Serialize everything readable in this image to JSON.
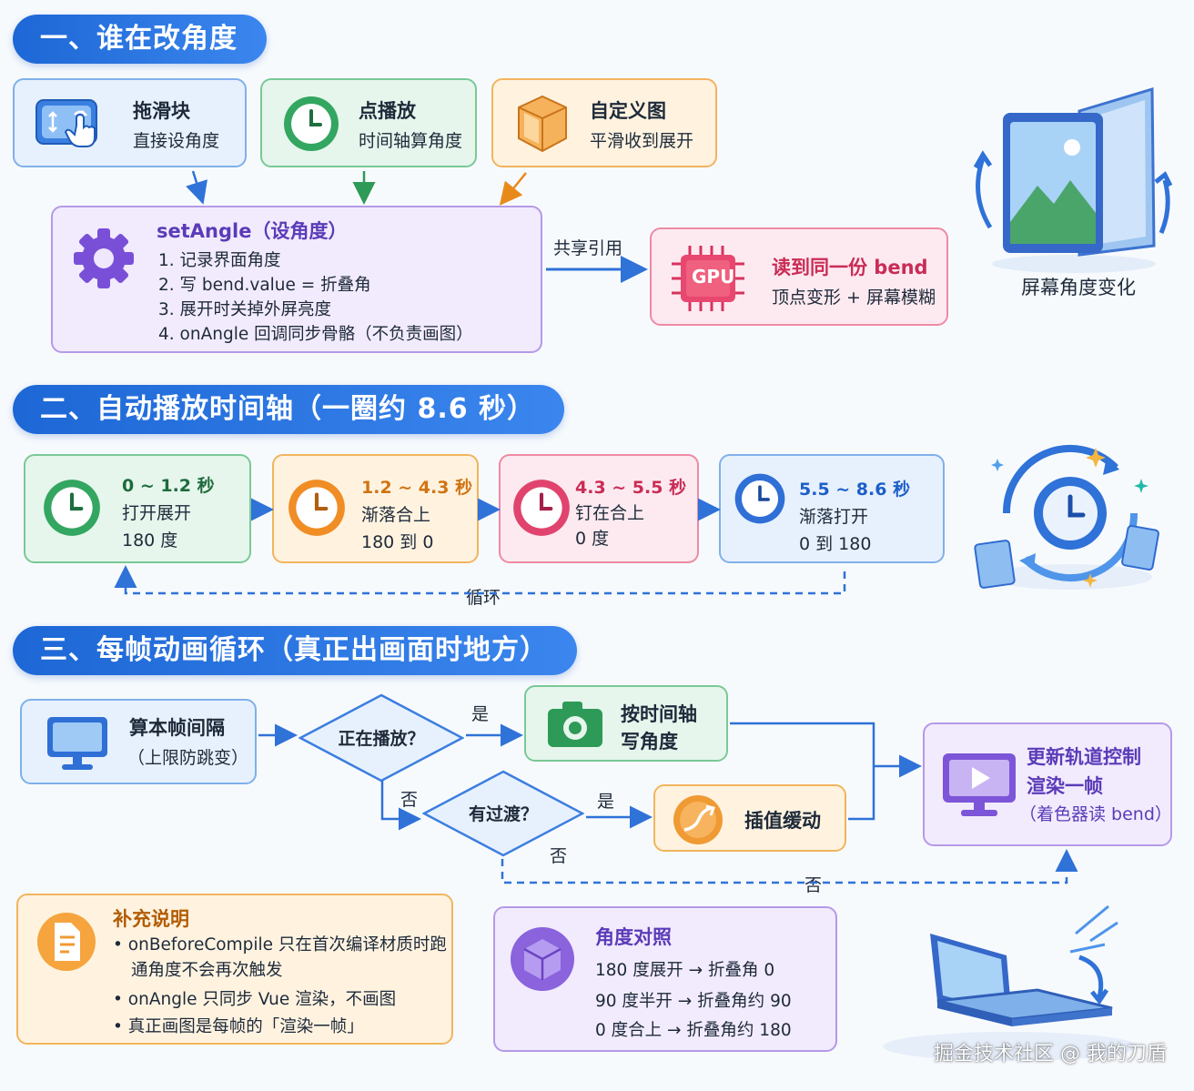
{
  "s1": {
    "header": "一、谁在改角度",
    "slider": {
      "title": "拖滑块",
      "desc": "直接设角度"
    },
    "play": {
      "title": "点播放",
      "desc": "时间轴算角度"
    },
    "custom": {
      "title": "自定义图",
      "desc": "平滑收到展开"
    },
    "setangle": {
      "title": "setAngle（设角度）",
      "items": [
        "1. 记录界面角度",
        "2. 写 bend.value = 折叠角",
        "3. 展开时关掉外屏亮度",
        "4. onAngle 回调同步骨骼（不负责画图）"
      ]
    },
    "share_label": "共享引用",
    "gpu": {
      "chip": "GPU",
      "title": "读到同一份 bend",
      "desc": "顶点变形 + 屏幕模糊"
    },
    "screen_caption": "屏幕角度变化"
  },
  "s2": {
    "header": "二、自动播放时间轴（一圈约 8.6 秒）",
    "phases": [
      {
        "time": "0 ~ 1.2 秒",
        "action": "打开展开",
        "angle": "180 度"
      },
      {
        "time": "1.2 ~ 4.3 秒",
        "action": "渐落合上",
        "angle": "180 到 0"
      },
      {
        "time": "4.3 ~ 5.5 秒",
        "action": "钉在合上",
        "angle": "0 度"
      },
      {
        "time": "5.5 ~ 8.6 秒",
        "action": "渐落打开",
        "angle": "0 到 180"
      }
    ],
    "loop_label": "循环"
  },
  "s3": {
    "header": "三、每帧动画循环（真正出画面时地方）",
    "step1": {
      "title": "算本帧间隔",
      "desc": "（上限防跳变）"
    },
    "q1": "正在播放？",
    "q2": "有过渡？",
    "yes1": "是",
    "no1": "否",
    "yes2": "是",
    "no2": "否",
    "no3": "否",
    "timeline": {
      "title": "按时间轴",
      "desc": "写角度"
    },
    "interp": "插值缓动",
    "update": {
      "title": "更新轨道控制",
      "line2": "渲染一帧",
      "line3": "（着色器读 bend）"
    }
  },
  "notes": {
    "title": "补充说明",
    "items": [
      "onBeforeCompile 只在首次编译材质时跑",
      "通角度不会再次触发",
      "onAngle 只同步 Vue 渲染，不画图",
      "真正画图是每帧的「渲染一帧」"
    ]
  },
  "angles": {
    "title": "角度对照",
    "items": [
      "180 度展开 → 折叠角 0",
      "90 度半开 → 折叠角约 90",
      "0 度合上 → 折叠角约 180"
    ]
  },
  "watermark": "掘金技术社区 @ 我的刀盾",
  "colors": {
    "blue": "#1d67d6",
    "green": "#2e9a57",
    "orange": "#e88a1a",
    "purple": "#7d55d8",
    "pink": "#e0446e"
  }
}
